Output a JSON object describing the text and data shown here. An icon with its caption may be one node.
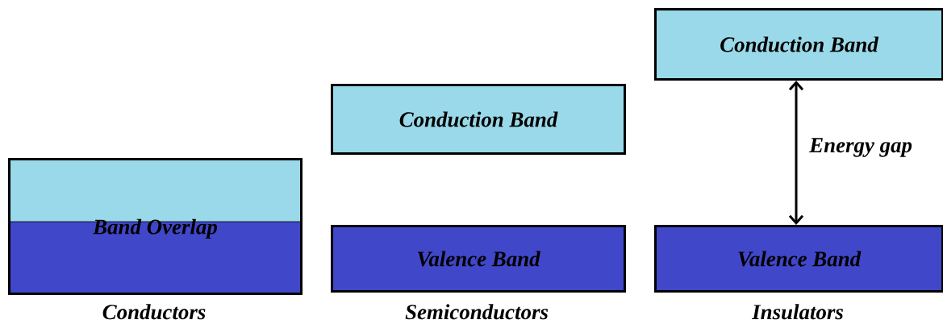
{
  "diagram": {
    "nodes": [
      {
        "text": [
          "Band Overlap"
        ],
        "beside": [
          "Conductors"
        ]
      },
      {
        "text": [
          "Conduction Band"
        ]
      },
      {
        "text": [
          "Valence Band"
        ],
        "beside": [
          "Semiconductors"
        ]
      },
      {
        "text": [
          "Conduction Band"
        ]
      },
      {
        "text": [
          "Valence Band"
        ],
        "beside": [
          "Insulators"
        ]
      }
    ],
    "edges": [
      {
        "from": 3,
        "to": 4,
        "arrow": "both",
        "label": "Energy gap"
      }
    ]
  }
}
